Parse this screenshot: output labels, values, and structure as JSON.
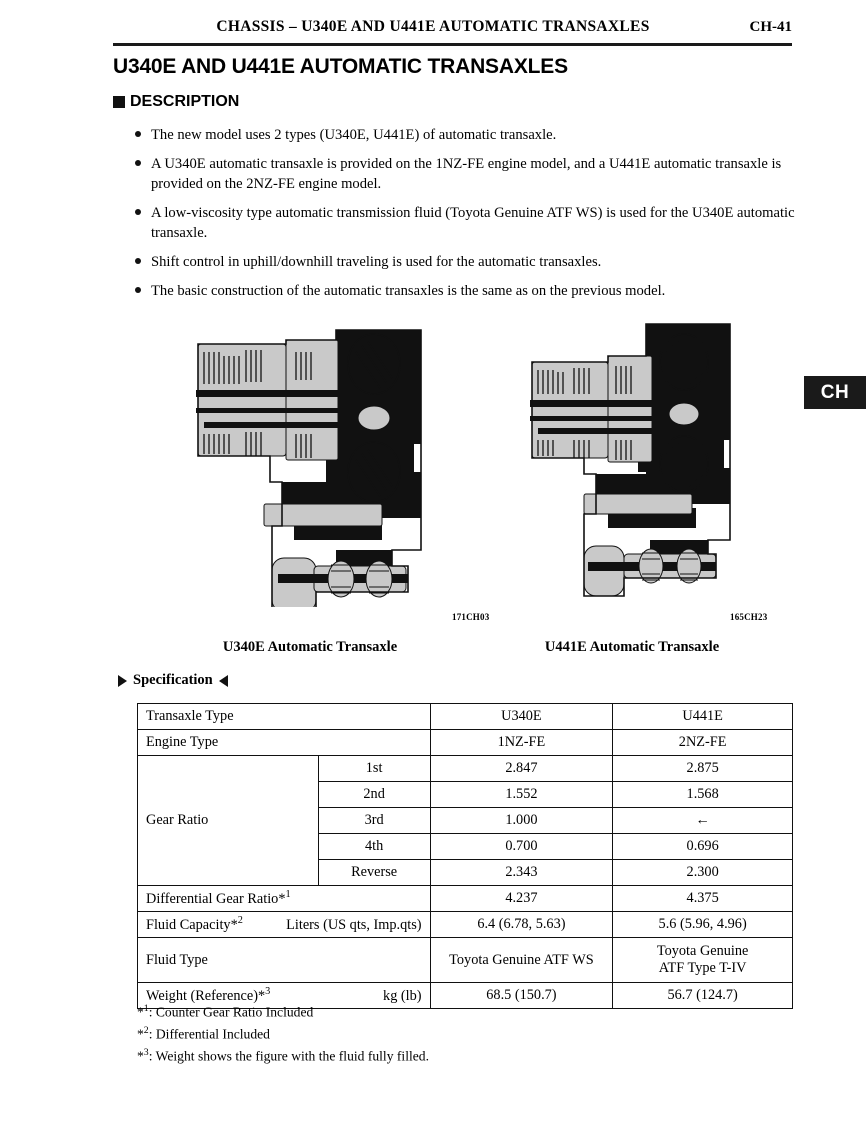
{
  "header": {
    "title": "CHASSIS – U340E AND U441E AUTOMATIC TRANSAXLES",
    "page_number": "CH-41"
  },
  "section": {
    "title": "U340E AND U441E AUTOMATIC TRANSAXLES",
    "subhead": "DESCRIPTION"
  },
  "description_bullets": [
    "The new model uses 2 types (U340E, U441E) of automatic transaxle.",
    "A U340E automatic transaxle is provided on the 1NZ-FE engine model, and a U441E automatic transaxle is provided on the 2NZ-FE engine model.",
    "A low-viscosity type automatic transmission fluid (Toyota Genuine ATF WS) is used for the U340E automatic transaxle.",
    "Shift control in uphill/downhill traveling is used for the automatic transaxles.",
    "The basic construction of the automatic transaxles is the same as on the previous model."
  ],
  "figures": [
    {
      "caption": "U340E Automatic Transaxle",
      "code": "171CH03"
    },
    {
      "caption": "U441E Automatic Transaxle",
      "code": "165CH23"
    }
  ],
  "tab": {
    "label": "CH"
  },
  "spec": {
    "heading": "Specification",
    "rows": {
      "transaxle_type": {
        "label": "Transaxle Type",
        "u340e": "U340E",
        "u441e": "U441E"
      },
      "engine_type": {
        "label": "Engine Type",
        "u340e": "1NZ-FE",
        "u441e": "2NZ-FE"
      },
      "gear_ratio_label": "Gear Ratio",
      "gears": [
        {
          "gear": "1st",
          "u340e": "2.847",
          "u441e": "2.875"
        },
        {
          "gear": "2nd",
          "u340e": "1.552",
          "u441e": "1.568"
        },
        {
          "gear": "3rd",
          "u340e": "1.000",
          "u441e": "←"
        },
        {
          "gear": "4th",
          "u340e": "0.700",
          "u441e": "0.696"
        },
        {
          "gear": "Reverse",
          "u340e": "2.343",
          "u441e": "2.300"
        }
      ],
      "diff_gear_ratio": {
        "label": "Differential Gear Ratio",
        "note": "1",
        "u340e": "4.237",
        "u441e": "4.375"
      },
      "fluid_capacity": {
        "label": "Fluid Capacity",
        "note": "2",
        "units": "Liters (US qts, Imp.qts)",
        "u340e": "6.4 (6.78, 5.63)",
        "u441e": "5.6 (5.96, 4.96)"
      },
      "fluid_type": {
        "label": "Fluid Type",
        "u340e": "Toyota Genuine ATF WS",
        "u441e_line1": "Toyota Genuine",
        "u441e_line2": "ATF Type T-IV"
      },
      "weight": {
        "label": "Weight (Reference)",
        "note": "3",
        "units": "kg (lb)",
        "u340e": "68.5 (150.7)",
        "u441e": "56.7 (124.7)"
      }
    }
  },
  "footnotes": [
    {
      "marker": "*1",
      "text": ": Counter Gear Ratio Included"
    },
    {
      "marker": "*2",
      "text": ": Differential Included"
    },
    {
      "marker": "*3",
      "text": ": Weight shows the figure with the fluid fully filled."
    }
  ]
}
